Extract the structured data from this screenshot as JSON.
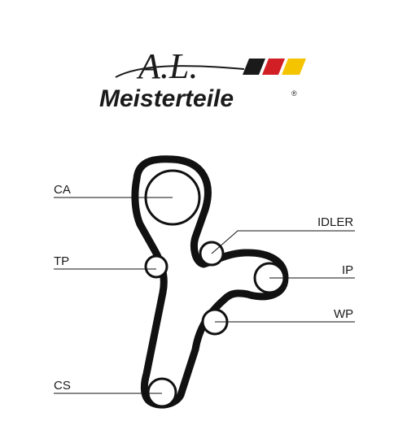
{
  "logo": {
    "monogram": "A.L.",
    "brand": "Meisterteile",
    "registered": "®",
    "flag_colors": [
      "#1a1a1a",
      "#d21f26",
      "#f5c400"
    ]
  },
  "diagram": {
    "components": [
      {
        "id": "ca",
        "label": "CA"
      },
      {
        "id": "idler",
        "label": "IDLER"
      },
      {
        "id": "tp",
        "label": "TP"
      },
      {
        "id": "ip",
        "label": "IP"
      },
      {
        "id": "wp",
        "label": "WP"
      },
      {
        "id": "cs",
        "label": "CS"
      }
    ]
  }
}
